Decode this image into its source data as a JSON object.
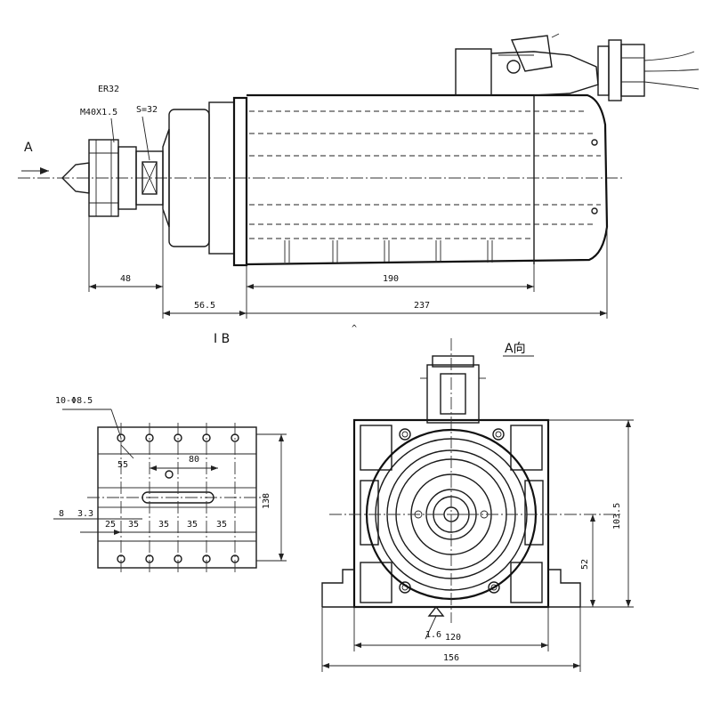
{
  "labels": {
    "collet": "ER32",
    "thread": "M40X1.5",
    "wrench": "S=32",
    "view_arrow": "A",
    "section": "I  B",
    "view_title": "A向",
    "holes": "10-Φ8.5",
    "d48": "48",
    "d56_5": "56.5",
    "d190": "190",
    "d237": "237",
    "d55": "55",
    "d80": "80",
    "d8": "8",
    "d3_3": "3.3",
    "d25": "25",
    "d35a": "35",
    "d35b": "35",
    "d35c": "35",
    "d35d": "35",
    "d138": "138",
    "d103_5": "103.5",
    "d52": "52",
    "d1_6": "1.6",
    "d120": "120",
    "d156": "156",
    "small_mark": "^"
  }
}
